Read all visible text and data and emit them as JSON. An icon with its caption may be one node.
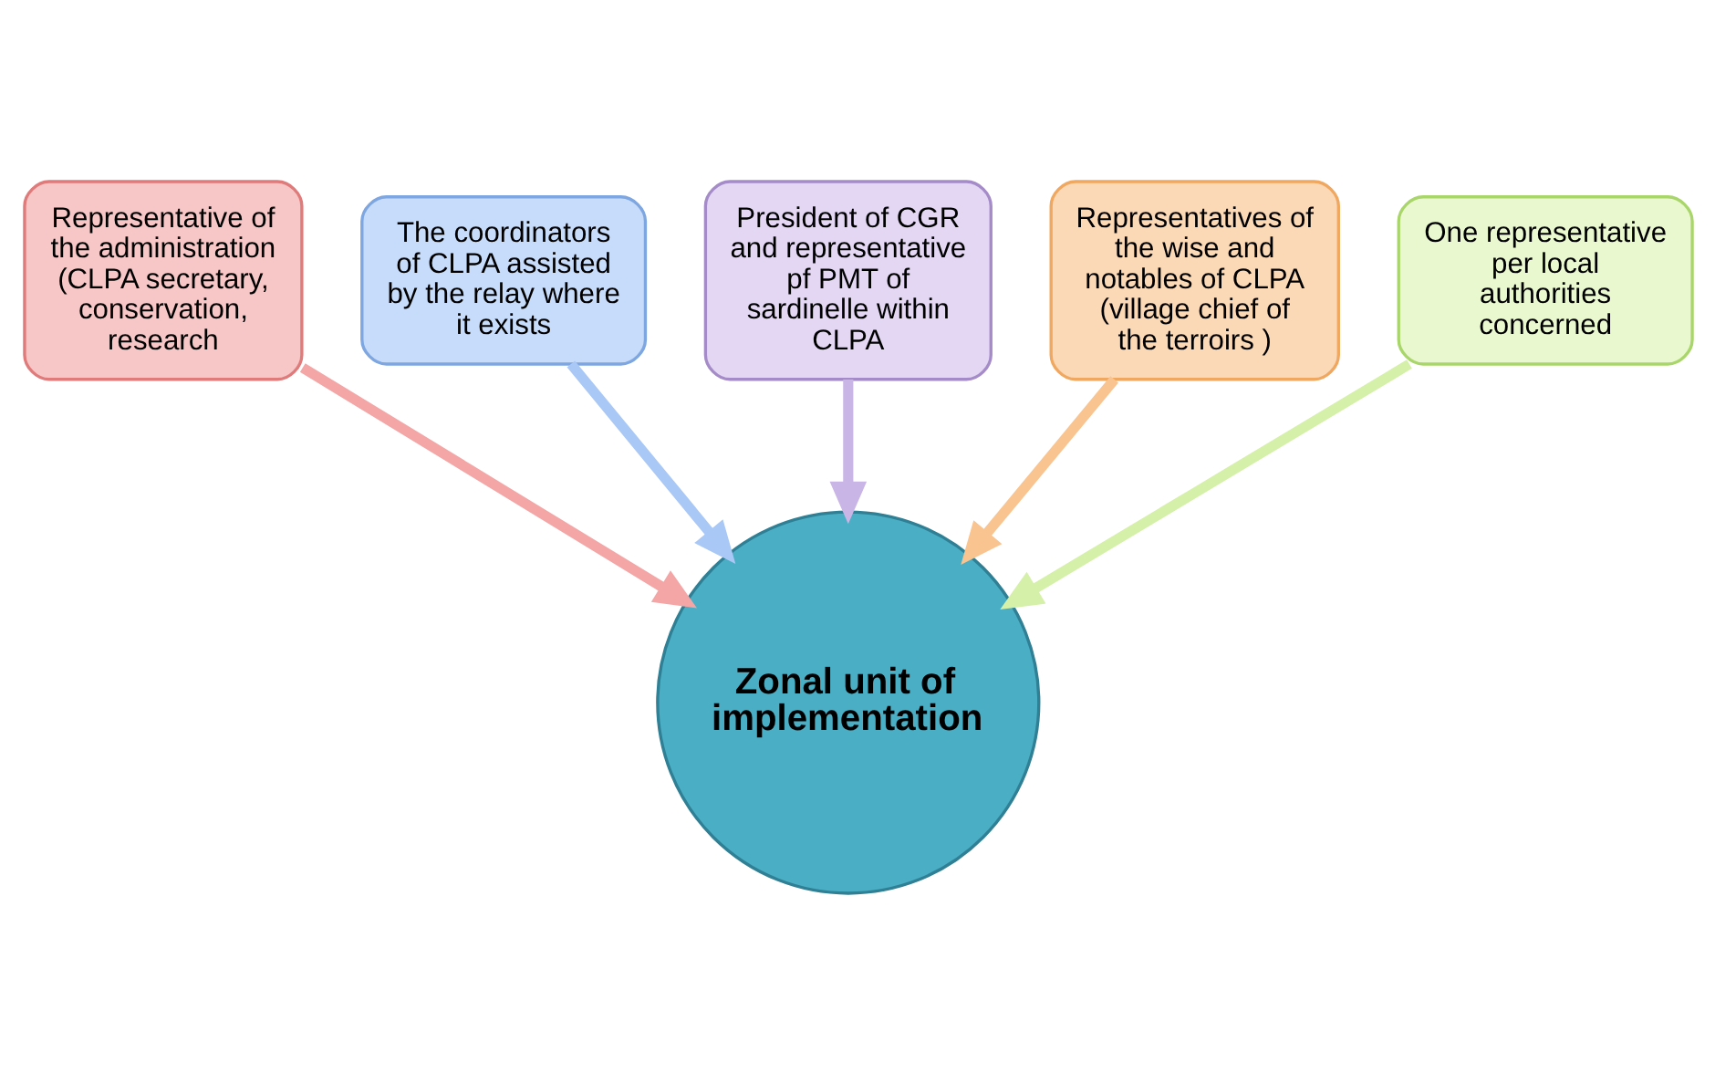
{
  "diagram": {
    "nodes": [
      {
        "text": [
          "Representative of the administration (CLPA secretary, conservation, research"
        ]
      },
      {
        "text": [
          "The coordinators of CLPA assisted by the relay where it exists"
        ]
      },
      {
        "text": [
          "President of CGR and representative pf PMT of sardinelle within CLPA"
        ]
      },
      {
        "text": [
          "Representatives of the wise and notables of CLPA (village chief of the terroirs )"
        ]
      },
      {
        "text": [
          "Zonal unit of implementation"
        ]
      },
      {
        "text": [
          "One representative per local authorities concerned"
        ]
      }
    ],
    "edges": [
      {
        "from": 0,
        "to": 4,
        "arrow": "to",
        "color": "#f4a6a6"
      },
      {
        "from": 1,
        "to": 4,
        "arrow": "to",
        "color": "#a9c8f5"
      },
      {
        "from": 2,
        "to": 4,
        "arrow": "to",
        "color": "#c9b6e6"
      },
      {
        "from": 3,
        "to": 4,
        "arrow": "to",
        "color": "#f9c48f"
      },
      {
        "from": 5,
        "to": 4,
        "arrow": "to",
        "color": "#d5f0a8"
      }
    ]
  }
}
